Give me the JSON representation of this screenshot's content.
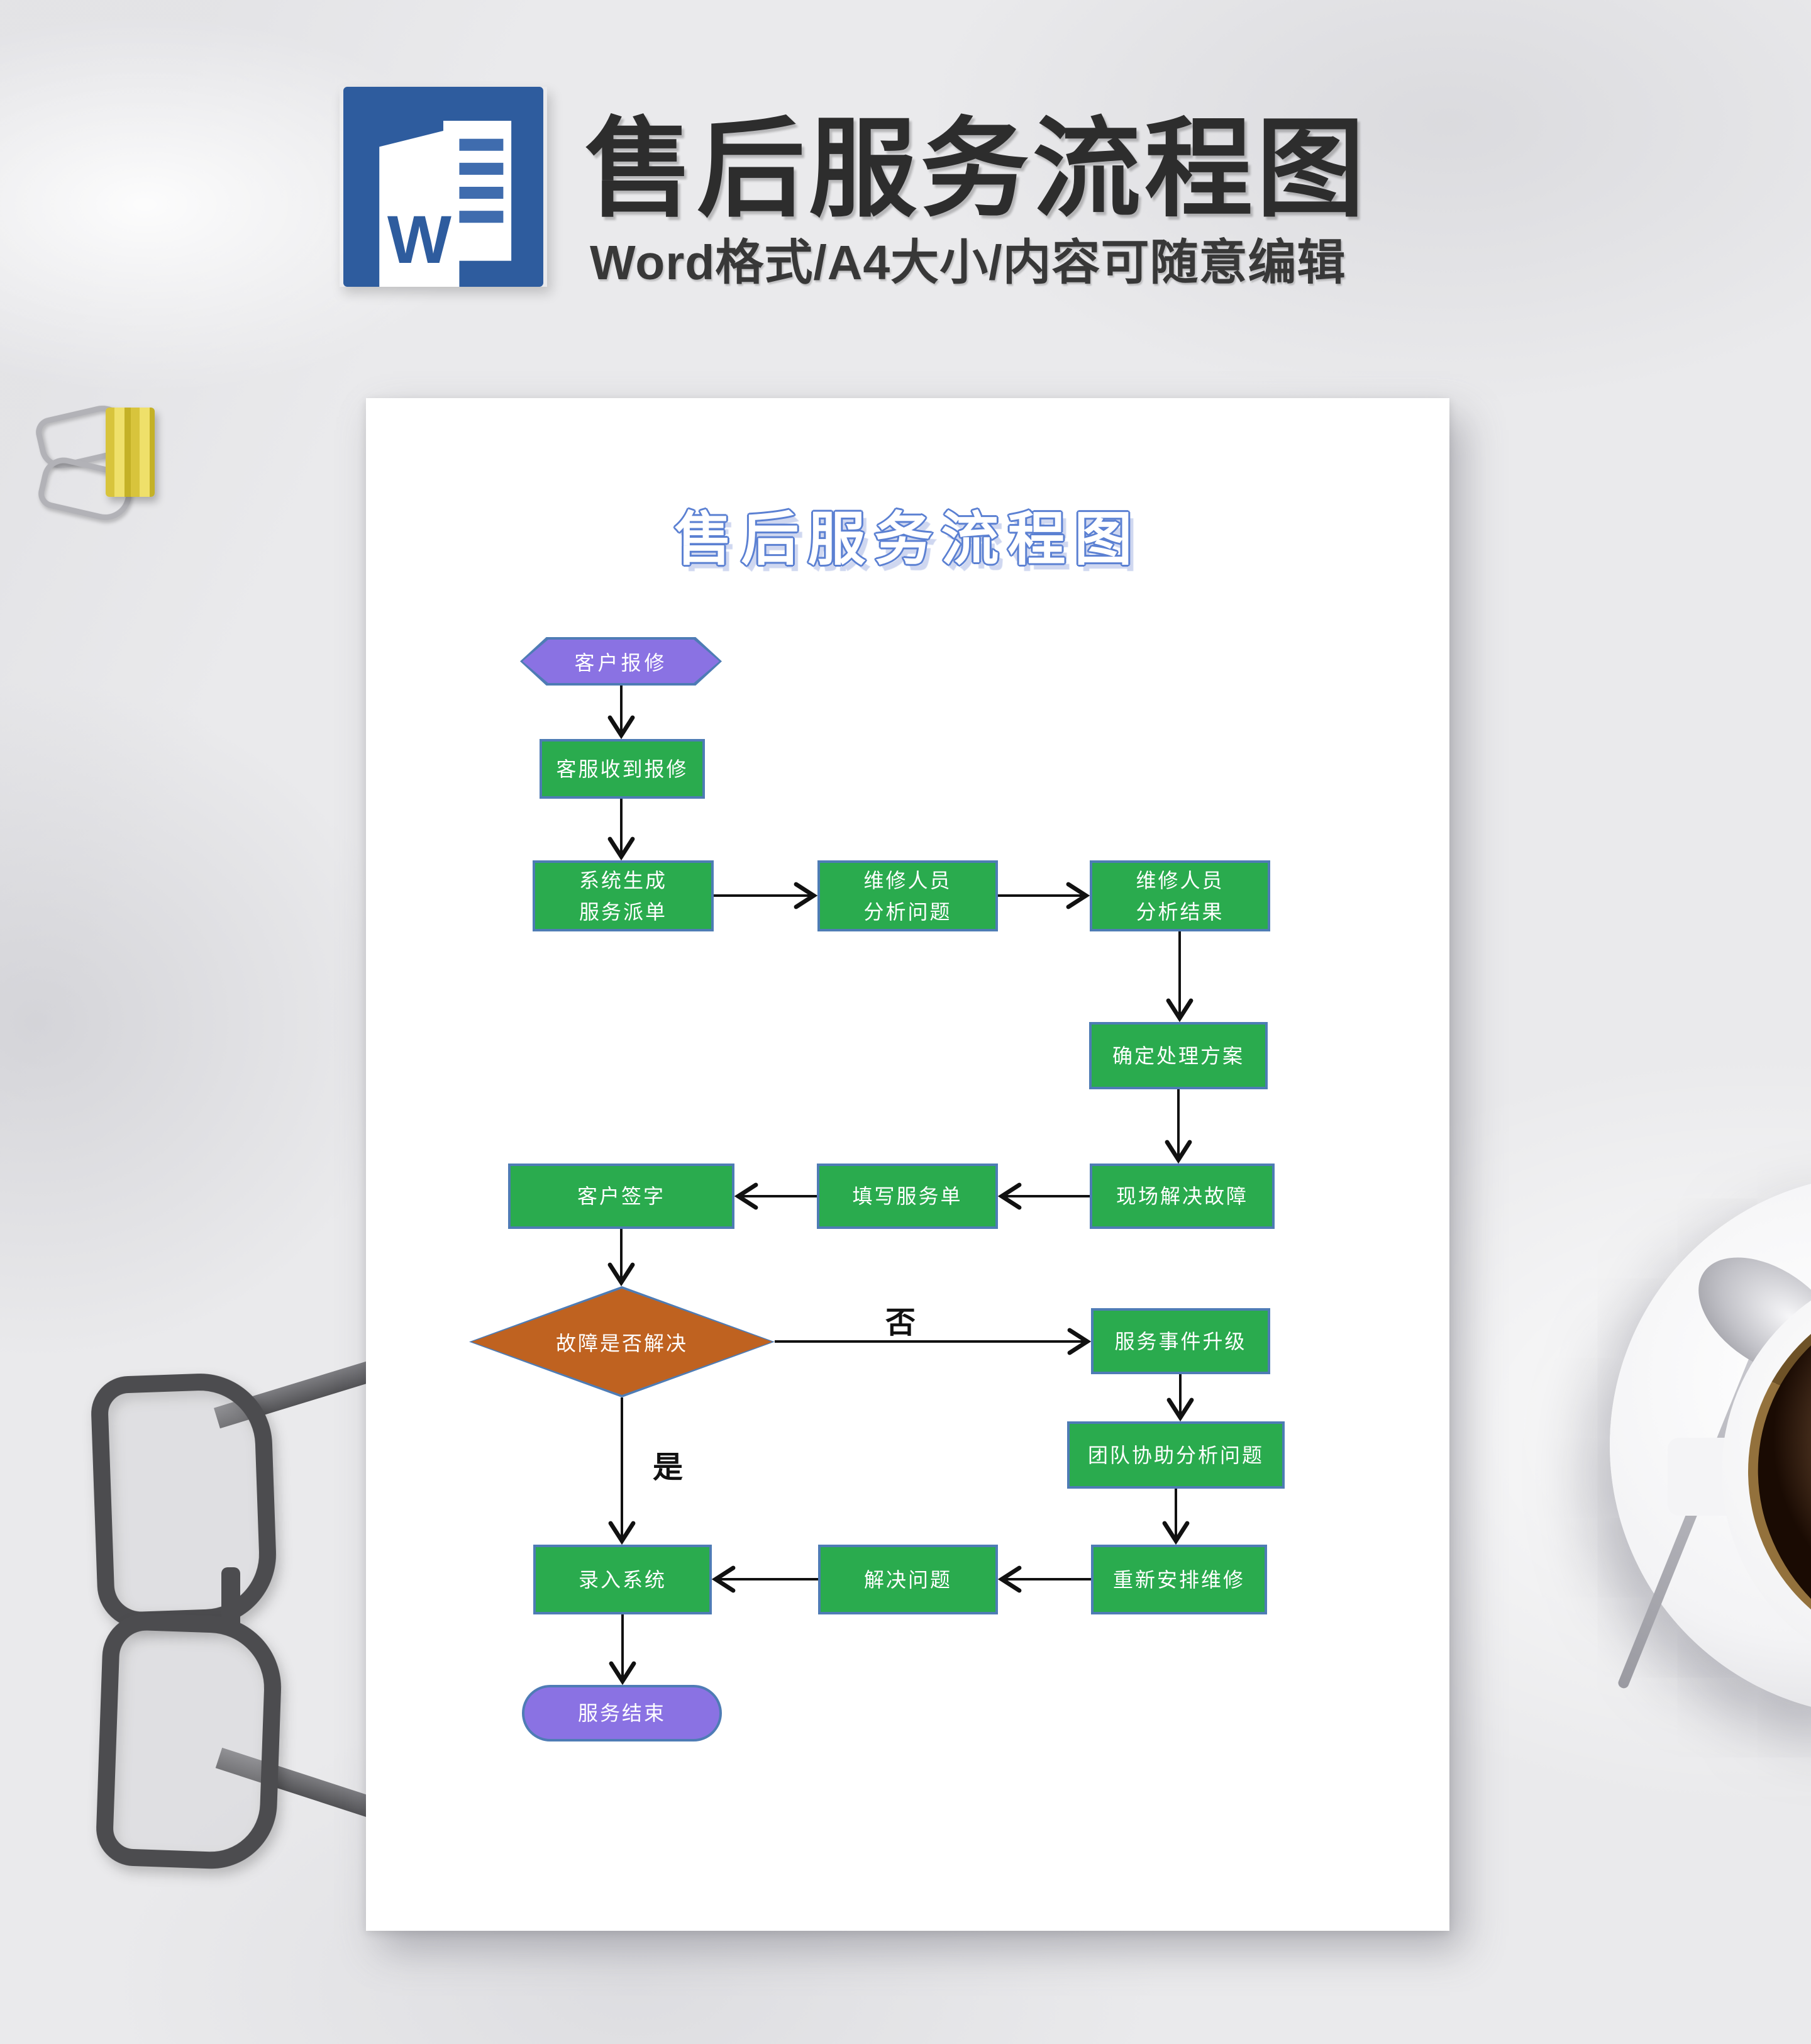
{
  "header": {
    "title": "售后服务流程图",
    "subtitle": "Word格式/A4大小/内容可随意编辑",
    "word_icon_letter": "W"
  },
  "page": {
    "title": "售后服务流程图"
  },
  "flowchart": {
    "nodes": {
      "start": {
        "label": "客户报修",
        "type": "hexagon"
      },
      "receive": {
        "label": "客服收到报修",
        "type": "process"
      },
      "dispatch": {
        "line1": "系统生成",
        "line2": "服务派单",
        "type": "process"
      },
      "analyze": {
        "line1": "维修人员",
        "line2": "分析问题",
        "type": "process"
      },
      "result": {
        "line1": "维修人员",
        "line2": "分析结果",
        "type": "process"
      },
      "plan": {
        "label": "确定处理方案",
        "type": "process"
      },
      "onsite": {
        "label": "现场解决故障",
        "type": "process"
      },
      "form": {
        "label": "填写服务单",
        "type": "process"
      },
      "sign": {
        "label": "客户签字",
        "type": "process"
      },
      "decision": {
        "label": "故障是否解决",
        "type": "decision"
      },
      "escalate": {
        "label": "服务事件升级",
        "type": "process"
      },
      "team": {
        "label": "团队协助分析问题",
        "type": "process"
      },
      "reschedule": {
        "label": "重新安排维修",
        "type": "process"
      },
      "solve": {
        "label": "解决问题",
        "type": "process"
      },
      "record": {
        "label": "录入系统",
        "type": "process"
      },
      "end": {
        "label": "服务结束",
        "type": "terminator"
      }
    },
    "edge_labels": {
      "no": "否",
      "yes": "是"
    },
    "edges": [
      {
        "from": "start",
        "to": "receive",
        "label": ""
      },
      {
        "from": "receive",
        "to": "dispatch",
        "label": ""
      },
      {
        "from": "dispatch",
        "to": "analyze",
        "label": ""
      },
      {
        "from": "analyze",
        "to": "result",
        "label": ""
      },
      {
        "from": "result",
        "to": "plan",
        "label": ""
      },
      {
        "from": "plan",
        "to": "onsite",
        "label": ""
      },
      {
        "from": "onsite",
        "to": "form",
        "label": ""
      },
      {
        "from": "form",
        "to": "sign",
        "label": ""
      },
      {
        "from": "sign",
        "to": "decision",
        "label": ""
      },
      {
        "from": "decision",
        "to": "escalate",
        "label": "否"
      },
      {
        "from": "decision",
        "to": "record",
        "label": "是"
      },
      {
        "from": "escalate",
        "to": "team",
        "label": ""
      },
      {
        "from": "team",
        "to": "reschedule",
        "label": ""
      },
      {
        "from": "reschedule",
        "to": "solve",
        "label": ""
      },
      {
        "from": "solve",
        "to": "record",
        "label": ""
      },
      {
        "from": "record",
        "to": "end",
        "label": ""
      }
    ]
  },
  "colors": {
    "process_green": "#2aab4e",
    "terminal_purple": "#8a72e3",
    "decision_orange": "#bf6220",
    "shape_border_blue": "#4e7cb5",
    "arrow_black": "#111111",
    "word_brand_blue": "#2e5c9e",
    "page_title_outline": "#5b80d2"
  },
  "decor": [
    "binder-clip",
    "eyeglasses",
    "coffee-cup-with-spoon"
  ]
}
